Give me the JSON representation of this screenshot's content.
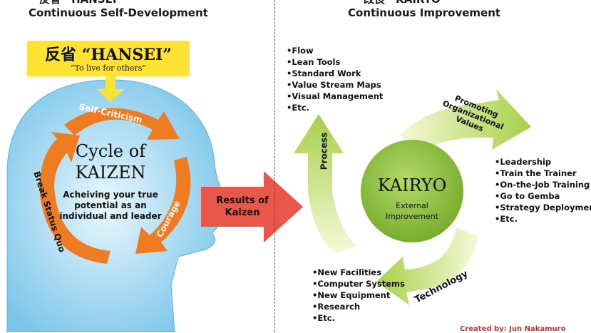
{
  "left": {
    "top_cut_text": "反省 “HANSEI”",
    "heading": "Continuous Self-Development",
    "hansei_title": "反省 “HANSEI”",
    "hansei_subtitle": "“To live for others”",
    "cycle_line1": "Cycle of",
    "cycle_line2": "KAIZEN",
    "cycle_desc": "Acheiving your true potential as an individual and leader",
    "arrow_top": "Self-Criticism",
    "arrow_left": "Break Status Quo",
    "arrow_right": "Courage"
  },
  "center": {
    "results_line1": "Results of",
    "results_line2": "Kaizen"
  },
  "right": {
    "top_cut_text": "改良 “KAIRYO”",
    "heading": "Continuous Improvement",
    "process_items": [
      "Flow",
      "Lean Tools",
      "Standard Work",
      "Value Stream Maps",
      "Visual Management",
      "Etc."
    ],
    "values_items": [
      "Leadership",
      "Train the Trainer",
      "On-the-Job Training",
      "Go to Gemba",
      "Strategy Deployment",
      "Etc."
    ],
    "technology_items": [
      "New Facilities",
      "Computer Systems",
      "New Equipment",
      "Research",
      "Etc."
    ],
    "arrow_process": "Process",
    "arrow_values_1": "Promoting",
    "arrow_values_2": "Organizational",
    "arrow_values_3": "Values",
    "arrow_technology": "Technology",
    "kairyo_title": "KAIRYO",
    "kairyo_desc": "External Improvement",
    "credit": "Created by: Jun Nakamuro"
  },
  "colors": {
    "orange": "#f07c22",
    "yellow": "#ffe233",
    "red_arrow": "#e8574a",
    "green": "#8cbf3f",
    "light_green": "#e4ee9a",
    "head_blue": "#9ed5ef"
  }
}
